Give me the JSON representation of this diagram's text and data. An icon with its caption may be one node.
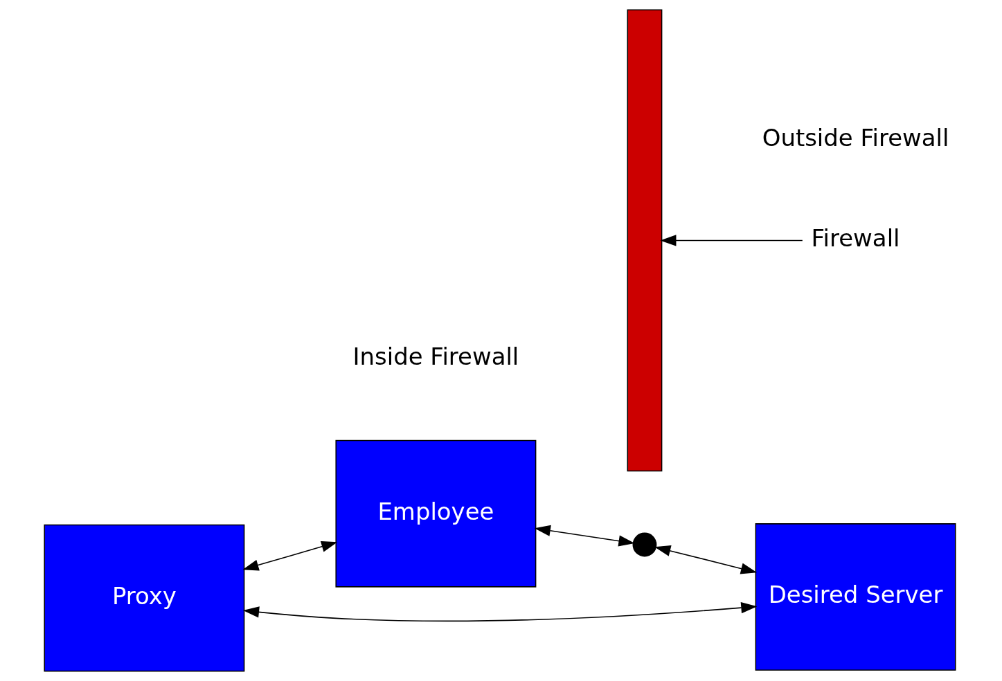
{
  "diagram": {
    "nodes": [
      {
        "text": [
          "Proxy"
        ]
      },
      {
        "text": [
          "Employee"
        ]
      },
      {
        "text": [],
        "shape": "bar"
      },
      {
        "text": [],
        "shape": "cross"
      },
      {
        "text": [
          "Desired Server"
        ]
      },
      {
        "text": [
          "Firewall"
        ]
      }
    ],
    "edges": [
      {
        "from": 0,
        "to": 1,
        "arrow": "both"
      },
      {
        "from": 0,
        "to": 4,
        "arrow": "both"
      },
      {
        "from": 1,
        "to": 3,
        "arrow": "both"
      },
      {
        "from": 3,
        "to": 4,
        "arrow": "both"
      },
      {
        "from": 5,
        "to": 2,
        "arrow": "to"
      }
    ],
    "labels": [
      "Inside Firewall",
      "Outside Firewall"
    ]
  }
}
